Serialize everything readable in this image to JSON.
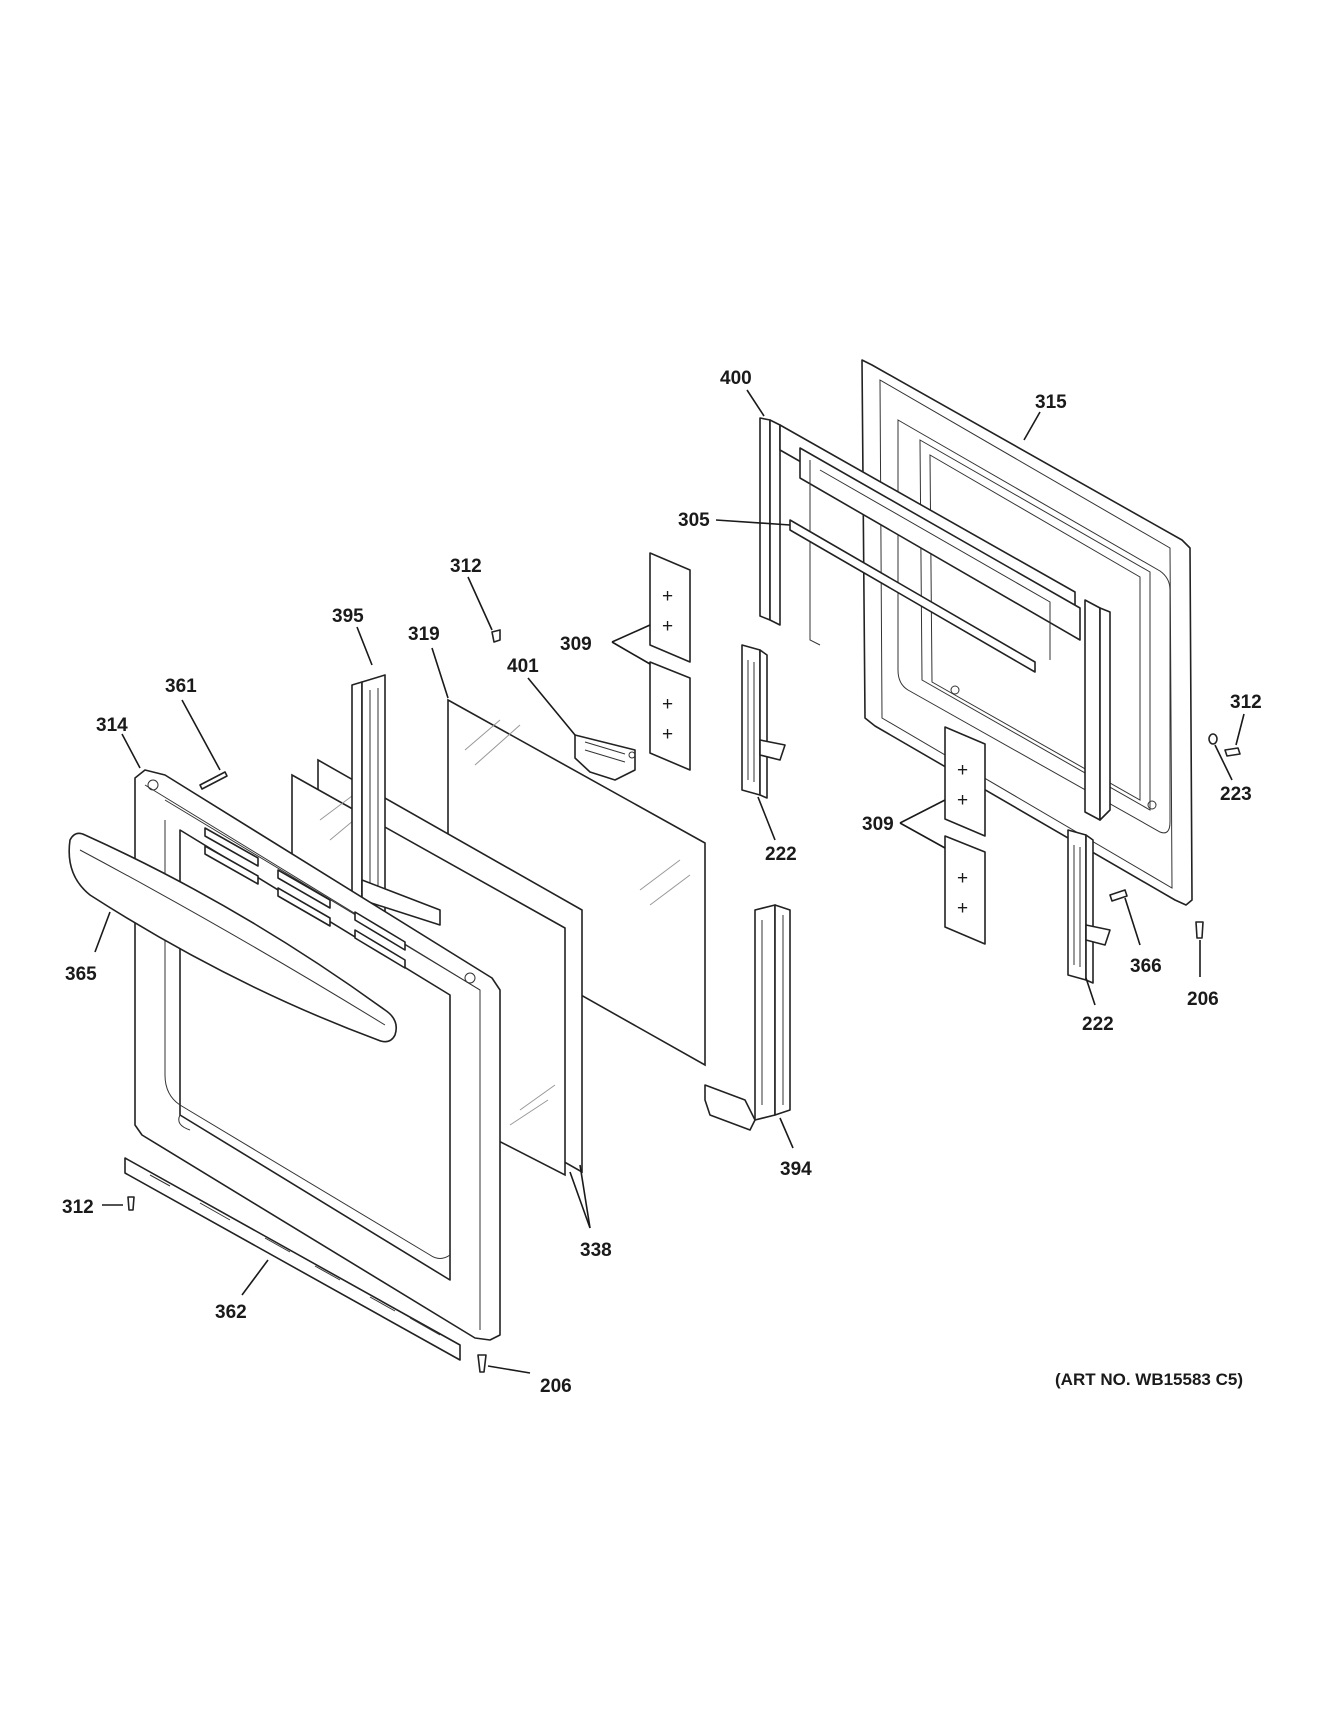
{
  "callouts": {
    "c400": "400",
    "c315": "315",
    "c305": "305",
    "c312_top": "312",
    "c309_top": "309",
    "c401": "401",
    "c395": "395",
    "c319": "319",
    "c361": "361",
    "c314": "314",
    "c312_right": "312",
    "c223": "223",
    "c222_mid": "222",
    "c309_right": "309",
    "c365": "365",
    "c366": "366",
    "c206_right": "206",
    "c222_right": "222",
    "c394": "394",
    "c312_left": "312",
    "c338": "338",
    "c362": "362",
    "c206_bottom": "206"
  },
  "art_number": "(ART NO. WB15583 C5)"
}
